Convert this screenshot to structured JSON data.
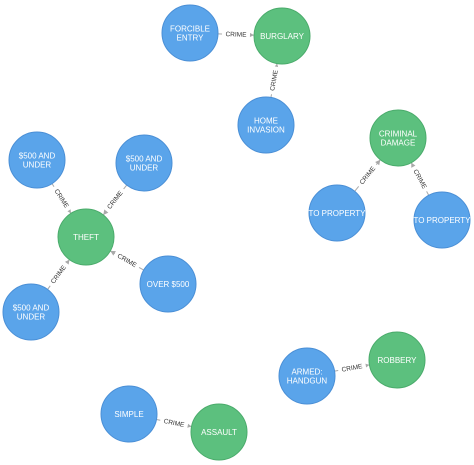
{
  "graph": {
    "relationship_label": "CRIME",
    "nodes": [
      {
        "id": "forcible_entry",
        "lines": [
          "FORCIBLE",
          "ENTRY"
        ],
        "kind": "blue"
      },
      {
        "id": "burglary",
        "lines": [
          "BURGLARY"
        ],
        "kind": "green"
      },
      {
        "id": "home_invasion",
        "lines": [
          "HOME",
          "INVASION"
        ],
        "kind": "blue"
      },
      {
        "id": "criminal_damage",
        "lines": [
          "CRIMINAL",
          "DAMAGE"
        ],
        "kind": "green"
      },
      {
        "id": "to_property_1",
        "lines": [
          "TO PROPERTY"
        ],
        "kind": "blue"
      },
      {
        "id": "to_property_2",
        "lines": [
          "TO PROPERTY"
        ],
        "kind": "blue"
      },
      {
        "id": "under500_a",
        "lines": [
          "$500 AND",
          "UNDER"
        ],
        "kind": "blue"
      },
      {
        "id": "under500_b",
        "lines": [
          "$500 AND",
          "UNDER"
        ],
        "kind": "blue"
      },
      {
        "id": "theft",
        "lines": [
          "THEFT"
        ],
        "kind": "green"
      },
      {
        "id": "over500",
        "lines": [
          "OVER $500"
        ],
        "kind": "blue"
      },
      {
        "id": "under500_c",
        "lines": [
          "$500 AND",
          "UNDER"
        ],
        "kind": "blue"
      },
      {
        "id": "armed_handgun",
        "lines": [
          "ARMED:",
          "HANDGUN"
        ],
        "kind": "blue"
      },
      {
        "id": "robbery",
        "lines": [
          "ROBBERY"
        ],
        "kind": "green"
      },
      {
        "id": "simple",
        "lines": [
          "SIMPLE"
        ],
        "kind": "blue"
      },
      {
        "id": "assault",
        "lines": [
          "ASSAULT"
        ],
        "kind": "green"
      }
    ],
    "edges": [
      {
        "from": "forcible_entry",
        "to": "burglary",
        "label": "CRIME"
      },
      {
        "from": "home_invasion",
        "to": "burglary",
        "label": "CRIME"
      },
      {
        "from": "to_property_1",
        "to": "criminal_damage",
        "label": "CRIME"
      },
      {
        "from": "to_property_2",
        "to": "criminal_damage",
        "label": "CRIME"
      },
      {
        "from": "under500_a",
        "to": "theft",
        "label": "CRIME"
      },
      {
        "from": "under500_b",
        "to": "theft",
        "label": "CRIME"
      },
      {
        "from": "over500",
        "to": "theft",
        "label": "CRIME"
      },
      {
        "from": "under500_c",
        "to": "theft",
        "label": "CRIME"
      },
      {
        "from": "armed_handgun",
        "to": "robbery",
        "label": "CRIME"
      },
      {
        "from": "simple",
        "to": "assault",
        "label": "CRIME"
      }
    ],
    "colors": {
      "subcategory_node": "#5aa4ea",
      "crime_type_node": "#5cc07e",
      "edge": "#a9a9a9"
    }
  }
}
